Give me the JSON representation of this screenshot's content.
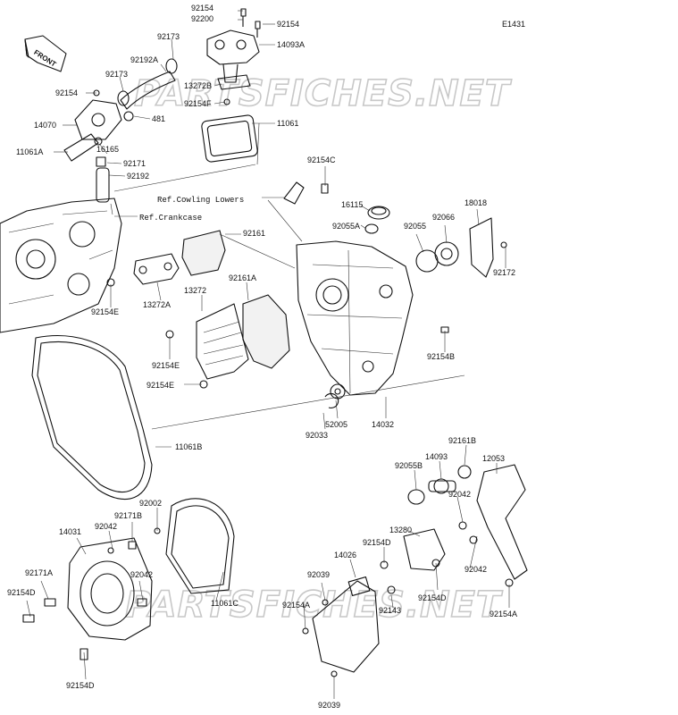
{
  "diagram_code": "E1431",
  "watermark": "PARTSFICHES.NET",
  "front_label": "FRONT",
  "refs": {
    "cowling": "Ref.Cowling Lowers",
    "crankcase": "Ref.Crankcase"
  },
  "labels": [
    "92154",
    "92200",
    "92154",
    "92173",
    "14093A",
    "92192A",
    "92173",
    "13272B",
    "92154F",
    "92154",
    "481",
    "14070",
    "11061",
    "16165",
    "11061A",
    "92171",
    "92192",
    "92154C",
    "16115",
    "92055A",
    "18018",
    "92066",
    "92055",
    "92161",
    "92172",
    "13272",
    "92161A",
    "13272A",
    "92154E",
    "92154B",
    "92154E",
    "92154E",
    "52005",
    "92033",
    "14032",
    "11061B",
    "92161B",
    "14093",
    "12053",
    "92055B",
    "92042",
    "92002",
    "92171B",
    "13280",
    "14031",
    "92042",
    "92154D",
    "92171A",
    "14026",
    "92042",
    "92039",
    "92042",
    "92154D",
    "11061C",
    "92154D",
    "92154A",
    "92143",
    "92154A",
    "92154D",
    "92039"
  ]
}
